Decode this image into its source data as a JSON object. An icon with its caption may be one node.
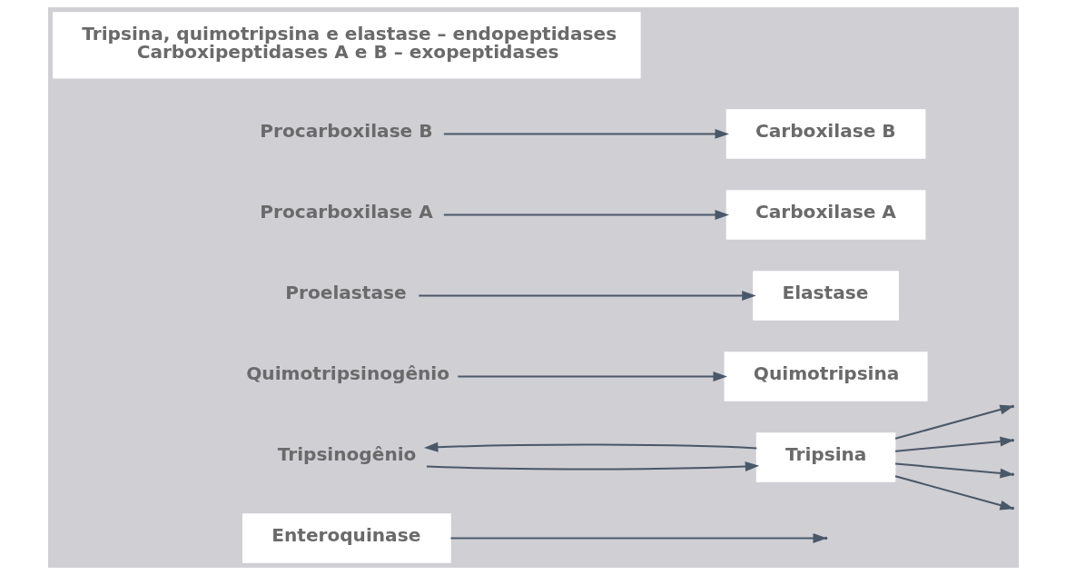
{
  "diagram": {
    "nodes": [
      {
        "text": [
          "Enteroquinase"
        ]
      },
      {
        "text": [
          "Tripsinogênio"
        ]
      },
      {
        "text": [
          "Tripsina"
        ]
      },
      {
        "text": [
          "Quimotripsinogênio"
        ]
      },
      {
        "text": [
          "Quimotripsina"
        ]
      },
      {
        "text": [
          "Proelastase"
        ]
      },
      {
        "text": [
          "Elastase"
        ]
      },
      {
        "text": [
          "Carboxilase A"
        ]
      },
      {
        "text": [
          "Procarboxilase A"
        ]
      },
      {
        "text": [
          "Carboxilase B"
        ]
      },
      {
        "text": [
          "Procarboxilase B"
        ]
      },
      {
        "text": [
          "Tripsina, quimotripsina e elastase – endopeptidases",
          "Carboxipeptidases A e B – exopeptidases"
        ]
      }
    ],
    "edges": [
      {
        "from": 0,
        "to": null,
        "arrow": "to"
      },
      {
        "from": 1,
        "to": 2,
        "arrow": "to"
      },
      {
        "from": 2,
        "to": 1,
        "arrow": "to"
      },
      {
        "from": 2,
        "to": null,
        "arrow": "to"
      },
      {
        "from": 3,
        "to": 4,
        "arrow": "to"
      },
      {
        "from": 2,
        "to": null,
        "arrow": "to"
      },
      {
        "from": 5,
        "to": 6,
        "arrow": "to"
      },
      {
        "from": 2,
        "to": null,
        "arrow": "to"
      },
      {
        "from": 8,
        "to": 7,
        "arrow": "to"
      },
      {
        "from": 2,
        "to": null,
        "arrow": "to"
      },
      {
        "from": 10,
        "to": 9,
        "arrow": "to"
      }
    ]
  }
}
